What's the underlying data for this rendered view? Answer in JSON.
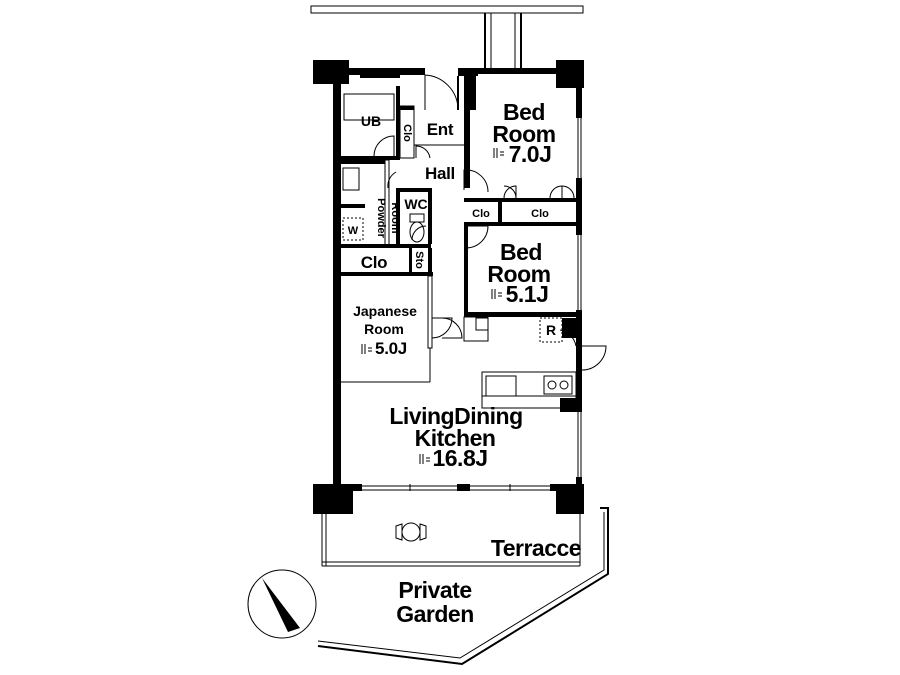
{
  "rooms": {
    "bed1": {
      "line1": "Bed",
      "line2": "Room",
      "size": "7.0J"
    },
    "bed2": {
      "line1": "Bed",
      "line2": "Room",
      "size": "5.1J"
    },
    "japanese": {
      "line1": "Japanese",
      "line2": "Room",
      "size": "5.0J"
    },
    "ldk": {
      "line1": "LivingDining",
      "line2": "Kitchen",
      "size": "16.8J"
    },
    "ub": "UB",
    "ent": "Ent",
    "hall": "Hall",
    "wc": "WC",
    "powder": {
      "line1": "Powder",
      "line2": "Room"
    },
    "clo_main": "Clo",
    "clo_ent": "Clo",
    "clo_bed_a": "Clo",
    "clo_bed_b": "Clo",
    "sto": "Sto",
    "washer": "W",
    "fridge": "R"
  },
  "outdoor": {
    "terrace": "Terracce",
    "garden": {
      "line1": "Private",
      "line2": "Garden"
    }
  },
  "icons": {
    "tatami_mark": "tatami-mark-icon",
    "compass": "north-arrow-icon"
  }
}
